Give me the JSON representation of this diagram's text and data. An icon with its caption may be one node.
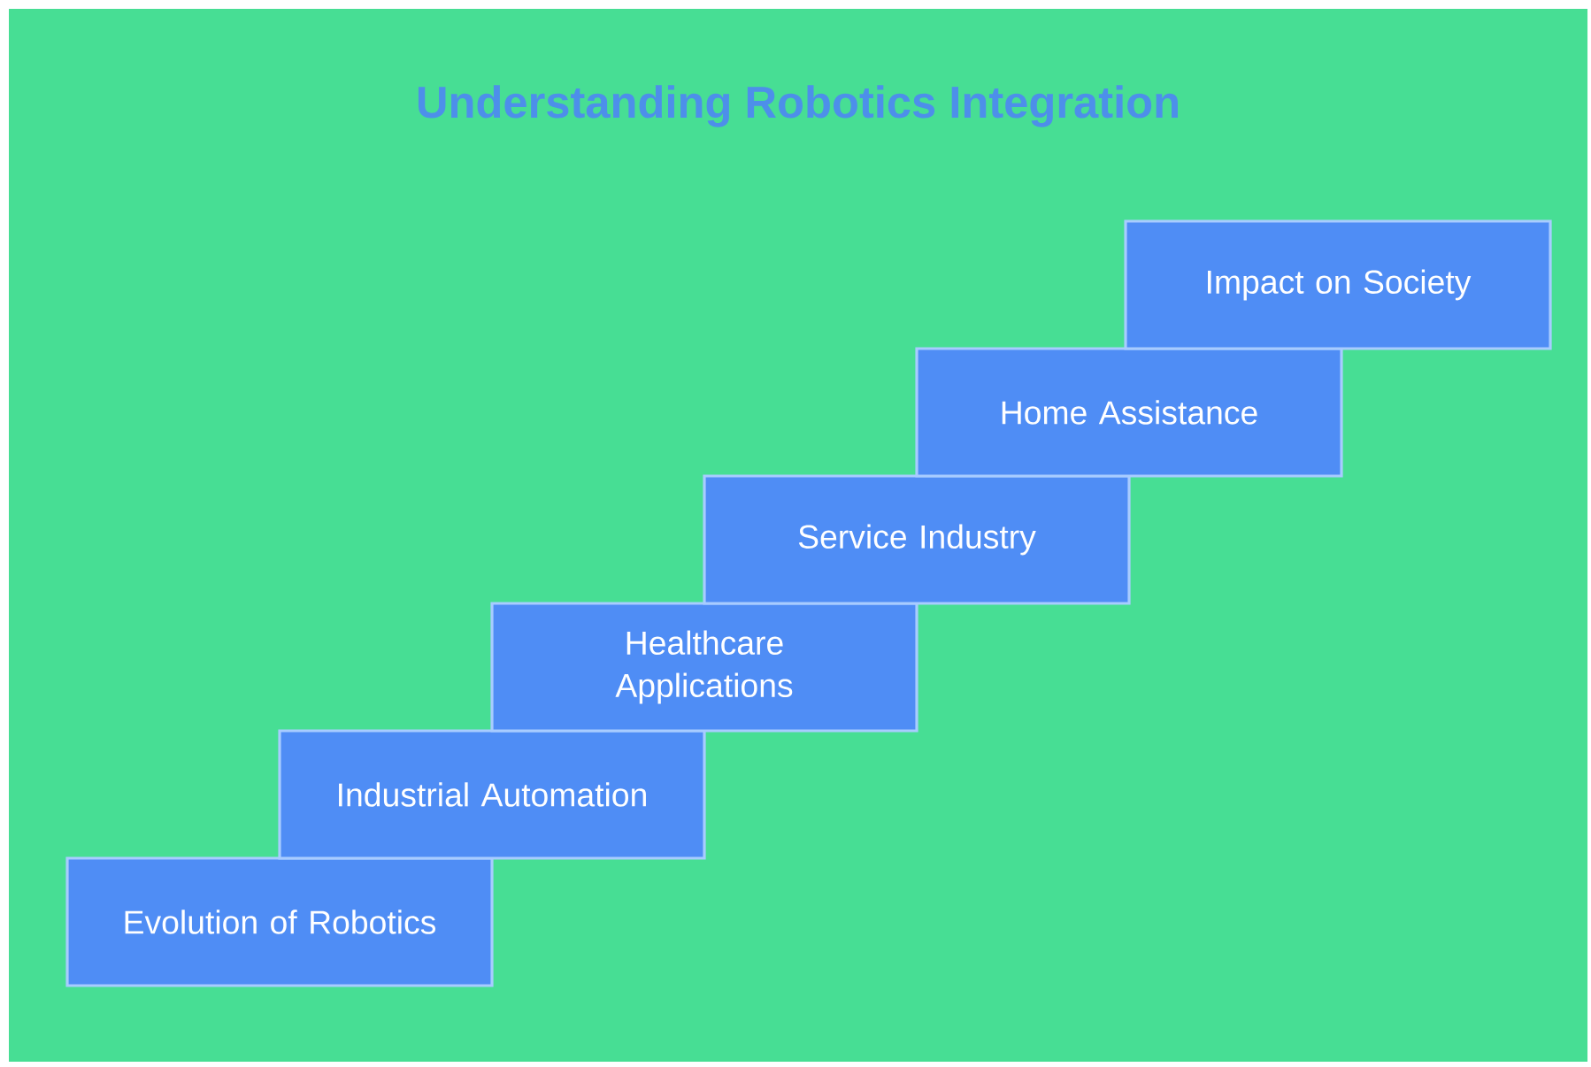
{
  "diagram": {
    "title": "Understanding Robotics Integration",
    "nodes": [
      {
        "text": [
          "Evolution of Robotics"
        ]
      },
      {
        "text": [
          "Industrial Automation"
        ]
      },
      {
        "text": [
          "Healthcare Applications"
        ]
      },
      {
        "text": [
          "Service Industry"
        ]
      },
      {
        "text": [
          "Home Assistance"
        ]
      },
      {
        "text": [
          "Impact on Society"
        ]
      }
    ]
  }
}
